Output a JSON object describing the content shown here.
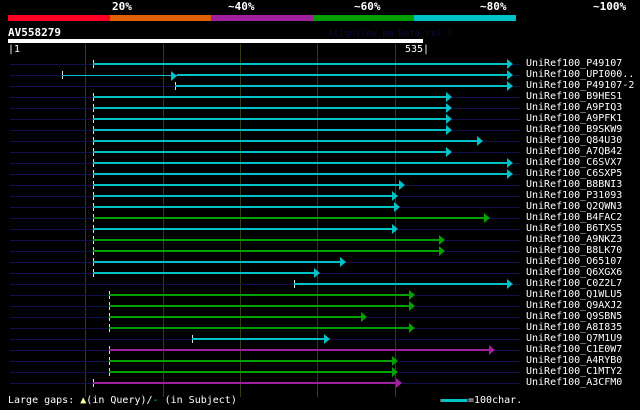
{
  "header": {
    "percent_labels": [
      "20%",
      "~40%",
      "~60%",
      "~80%",
      "~100%"
    ],
    "color_scale": [
      "#ff0022",
      "#e06000",
      "#a020a0",
      "#00a000",
      "#00c0c8"
    ],
    "query_id": "AV558279",
    "version": "AlignView.pm Beta rel.7",
    "ruler_start": "|1",
    "ruler_end": "535|",
    "query_length": 535
  },
  "hits": [
    {
      "label": "UniRef100_P49107",
      "start": 107,
      "end": 652,
      "color": "#00c0c8"
    },
    {
      "label": "UniRef100_UPI000..",
      "start": 67,
      "end": 652,
      "color": "#00c0c8",
      "split": 216
    },
    {
      "label": "UniRef100_P49107-2",
      "start": 214,
      "end": 652,
      "color": "#00c0c8"
    },
    {
      "label": "UniRef100_B9HES1",
      "start": 107,
      "end": 573,
      "color": "#00c0c8"
    },
    {
      "label": "UniRef100_A9PIQ3",
      "start": 107,
      "end": 573,
      "color": "#00c0c8"
    },
    {
      "label": "UniRef100_A9PFK1",
      "start": 107,
      "end": 573,
      "color": "#00c0c8"
    },
    {
      "label": "UniRef100_B9SKW9",
      "start": 107,
      "end": 573,
      "color": "#00c0c8"
    },
    {
      "label": "UniRef100_Q84U30",
      "start": 107,
      "end": 613,
      "color": "#00c0c8"
    },
    {
      "label": "UniRef100_A7QB42",
      "start": 107,
      "end": 573,
      "color": "#00c0c8"
    },
    {
      "label": "UniRef100_C6SVX7",
      "start": 107,
      "end": 652,
      "color": "#00c0c8"
    },
    {
      "label": "UniRef100_C6SXP5",
      "start": 107,
      "end": 652,
      "color": "#00c0c8"
    },
    {
      "label": "UniRef100_B8BNI3",
      "start": 107,
      "end": 512,
      "color": "#00c0c8"
    },
    {
      "label": "UniRef100_P31093",
      "start": 107,
      "end": 503,
      "color": "#00c0c8"
    },
    {
      "label": "UniRef100_Q2QWN3",
      "start": 107,
      "end": 505,
      "color": "#00c0c8"
    },
    {
      "label": "UniRef100_B4FAC2",
      "start": 107,
      "end": 622,
      "color": "#00a000"
    },
    {
      "label": "UniRef100_B6TXS5",
      "start": 107,
      "end": 503,
      "color": "#00c0c8"
    },
    {
      "label": "UniRef100_A9NKZ3",
      "start": 107,
      "end": 563,
      "color": "#00a000"
    },
    {
      "label": "UniRef100_B8LK70",
      "start": 107,
      "end": 563,
      "color": "#00a000"
    },
    {
      "label": "UniRef100_O65107",
      "start": 107,
      "end": 435,
      "color": "#00c0c8"
    },
    {
      "label": "UniRef100_Q6XGX6",
      "start": 107,
      "end": 402,
      "color": "#00c0c8"
    },
    {
      "label": "UniRef100_C0Z2L7",
      "start": 368,
      "end": 652,
      "color": "#00c0c8"
    },
    {
      "label": "UniRef100_Q1WLU5",
      "start": 128,
      "end": 525,
      "color": "#00a000"
    },
    {
      "label": "UniRef100_Q9AXJ2",
      "start": 128,
      "end": 525,
      "color": "#00a000"
    },
    {
      "label": "UniRef100_Q9SBN5",
      "start": 128,
      "end": 462,
      "color": "#00a000"
    },
    {
      "label": "UniRef100_A8I835",
      "start": 128,
      "end": 525,
      "color": "#00a000"
    },
    {
      "label": "UniRef100_Q7M1U9",
      "start": 236,
      "end": 415,
      "color": "#00c0c8"
    },
    {
      "label": "UniRef100_C1E0W7",
      "start": 128,
      "end": 628,
      "color": "#a020a0"
    },
    {
      "label": "UniRef100_A4RYB0",
      "start": 128,
      "end": 503,
      "color": "#00a000"
    },
    {
      "label": "UniRef100_C1MTY2",
      "start": 128,
      "end": 503,
      "color": "#00a000"
    },
    {
      "label": "UniRef100_A3CFM0",
      "start": 107,
      "end": 508,
      "color": "#a020a0"
    }
  ],
  "footer": {
    "legend_prefix": "Large gaps:",
    "legend_query": "(in Query)/",
    "legend_subject": "(in Subject)",
    "scale_label": "=100char."
  }
}
